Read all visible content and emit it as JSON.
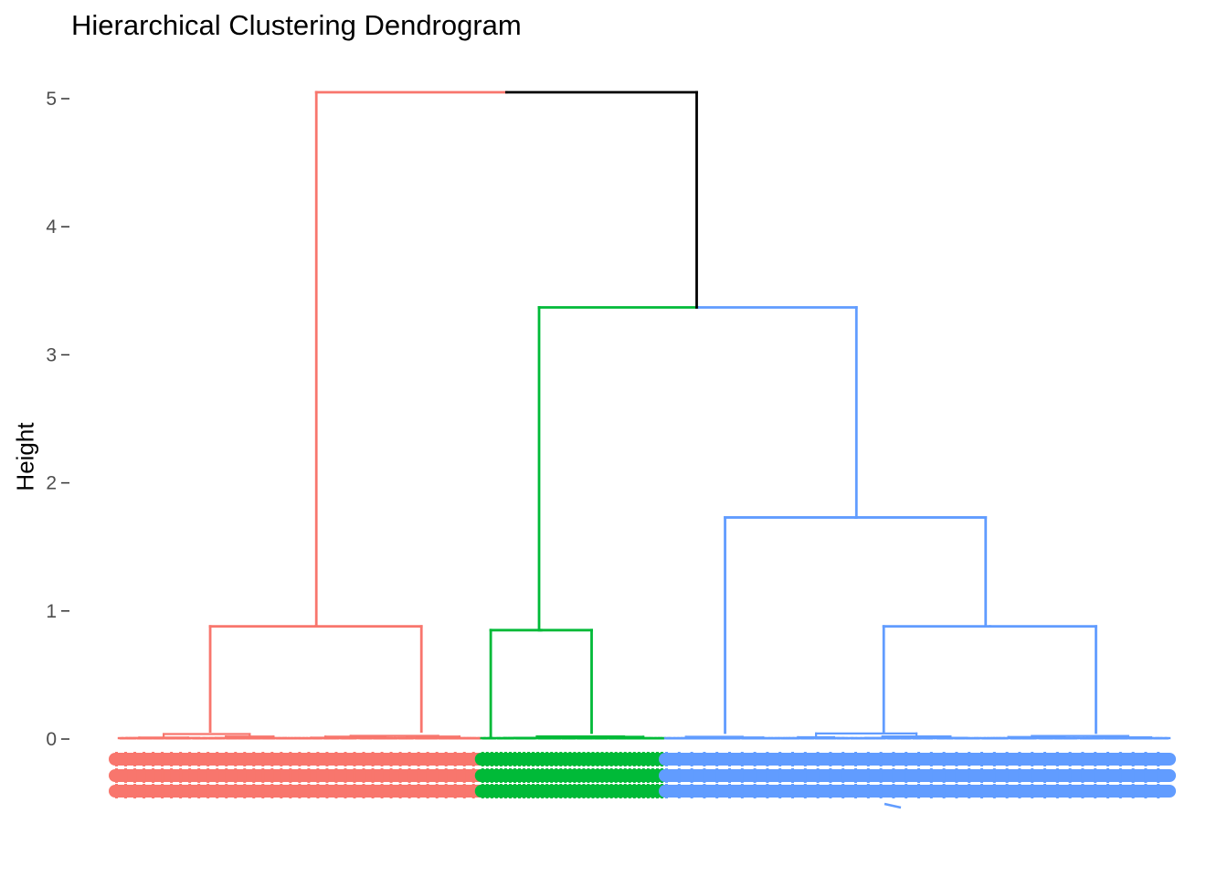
{
  "chart_data": {
    "type": "dendrogram",
    "title": "Hierarchical Clustering Dendrogram",
    "ylabel": "Height",
    "xlabel": "",
    "ylim": [
      0,
      5.05
    ],
    "yticks": [
      0,
      1,
      2,
      3,
      4,
      5
    ],
    "grid": false,
    "clusters": [
      {
        "id": 1,
        "color": "#F8766D",
        "leaf_range": [
          0,
          0.345
        ]
      },
      {
        "id": 2,
        "color": "#00BA38",
        "leaf_range": [
          0.345,
          0.52
        ]
      },
      {
        "id": 3,
        "color": "#619CFF",
        "leaf_range": [
          0.52,
          1.0
        ]
      }
    ],
    "root_color": "#000000",
    "merges": [
      {
        "height": 5.05,
        "left": 0.188,
        "right": 0.55,
        "left_cluster": 1,
        "right_cluster": "root"
      },
      {
        "height": 3.37,
        "left": 0.4,
        "right": 0.702,
        "left_cluster": 2,
        "right_cluster": 3
      },
      {
        "height": 1.73,
        "left": 0.577,
        "right": 0.825,
        "cluster": 3
      },
      {
        "height": 0.88,
        "left": 0.728,
        "right": 0.93,
        "cluster": 3
      },
      {
        "height": 0.88,
        "left": 0.087,
        "right": 0.288,
        "cluster": 1
      },
      {
        "height": 0.85,
        "left": 0.354,
        "right": 0.45,
        "cluster": 2
      }
    ]
  }
}
